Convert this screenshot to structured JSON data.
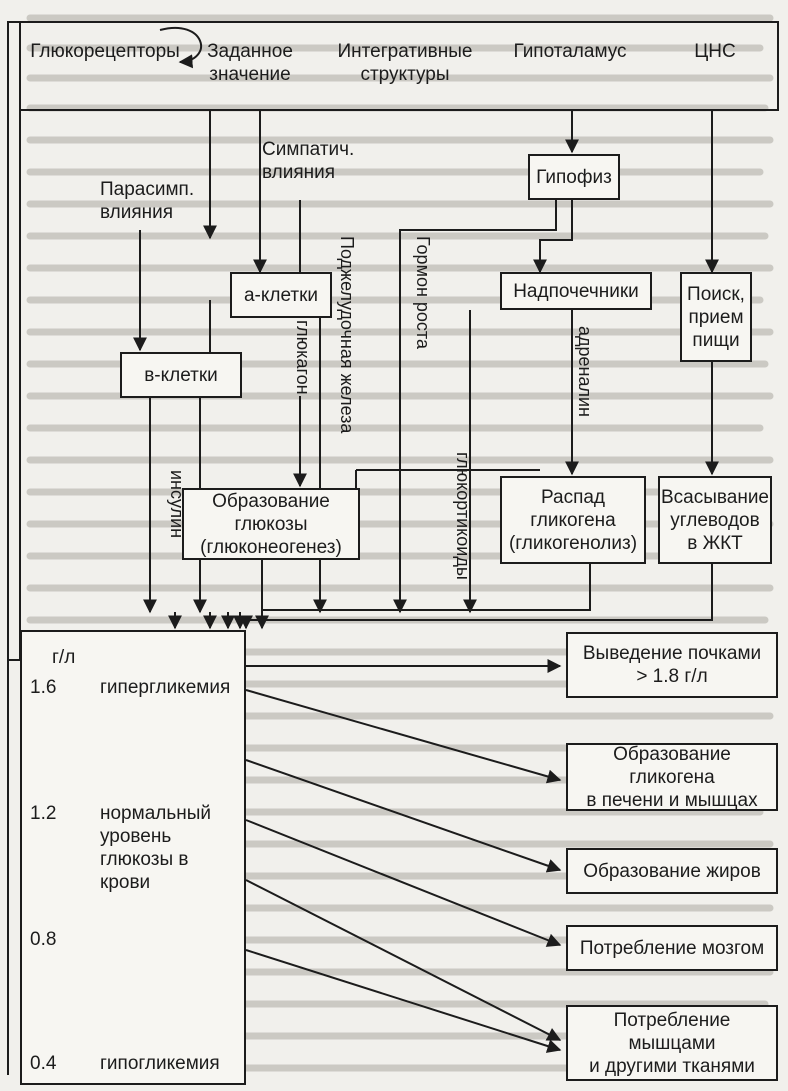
{
  "top": {
    "glucoreceptors": "Глюкорецепторы",
    "setpoint": "Заданное\nзначение",
    "integrative": "Интегративные\nструктуры",
    "hypothalamus": "Гипоталамус",
    "cns": "ЦНС"
  },
  "middle": {
    "sympathetic": "Симпатич.\nвлияния",
    "parasympathetic": "Парасимп.\nвлияния",
    "pituitary": "Гипофиз",
    "alpha_cells": "а-клетки",
    "beta_cells": "в-клетки",
    "pancreas": "Поджелудочная железа",
    "glucagon": "глюкагон",
    "growth_hormone": "Гормон роста",
    "adrenal": "Надпочечники",
    "adrenaline": "адреналин",
    "food_search": "Поиск,\nприем\nпищи",
    "insulin": "инсулин",
    "glucocorticoids": "глюкортикоиды",
    "gluconeogenesis": "Образование\nглюкозы\n(глюконеогенез)",
    "glycogenolysis": "Распад\nгликогена\n(гликогенолиз)",
    "absorption": "Всасывание\nуглеводов\nв ЖКТ"
  },
  "scale": {
    "unit": "г/л",
    "v16": "1.6",
    "hyper": "гипергликемия",
    "v12": "1.2",
    "normal": "нормальный\nуровень\nглюкозы в\nкрови",
    "v08": "0.8",
    "v04": "0.4",
    "hypo": "гипогликемия"
  },
  "outputs": {
    "kidneys": "Выведение почками\n> 1.8 г/л",
    "glycogen": "Образование гликогена\nв печени и мышцах",
    "fats": "Образование жиров",
    "brain": "Потребление мозгом",
    "muscles": "Потребление мышцами\nи другими тканями"
  },
  "colors": {
    "ink": "#1c1c1c",
    "paper": "#f1f0ec",
    "box": "#f7f6f2",
    "bgtext": "#bdbbb5"
  }
}
